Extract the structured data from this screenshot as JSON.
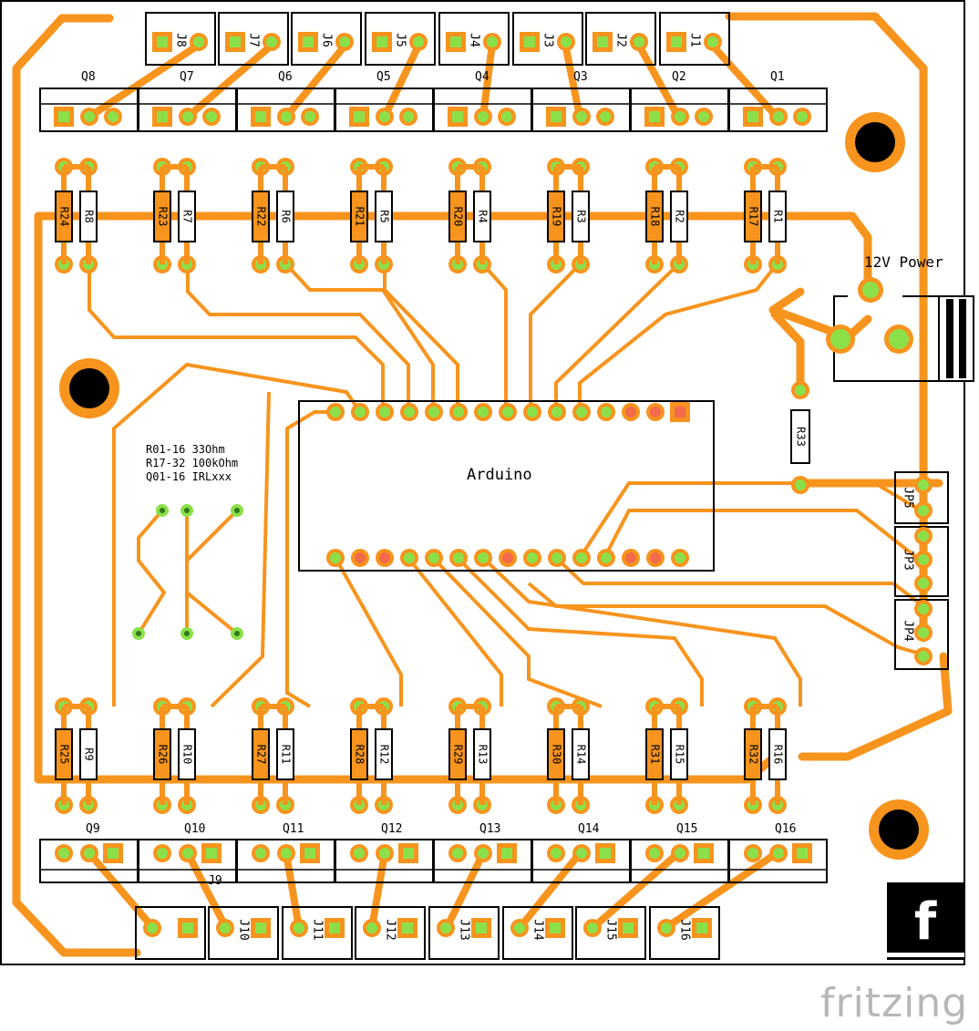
{
  "board": {
    "connectors_top": [
      "J8",
      "J7",
      "J6",
      "J5",
      "J4",
      "J3",
      "J2",
      "J1"
    ],
    "connectors_bottom": [
      "J10",
      "J11",
      "J12",
      "J13",
      "J14",
      "J15",
      "J16"
    ],
    "bottom_extra_label": "J9",
    "transistors_top": [
      "Q8",
      "Q7",
      "Q6",
      "Q5",
      "Q4",
      "Q3",
      "Q2",
      "Q1"
    ],
    "transistors_bottom": [
      "Q9",
      "Q10",
      "Q11",
      "Q12",
      "Q13",
      "Q14",
      "Q15",
      "Q16"
    ],
    "resistors_top_pairs": [
      [
        "R24",
        "R8"
      ],
      [
        "R23",
        "R7"
      ],
      [
        "R22",
        "R6"
      ],
      [
        "R21",
        "R5"
      ],
      [
        "R20",
        "R4"
      ],
      [
        "R19",
        "R3"
      ],
      [
        "R18",
        "R2"
      ],
      [
        "R17",
        "R1"
      ]
    ],
    "resistors_bottom_pairs": [
      [
        "R25",
        "R9"
      ],
      [
        "R26",
        "R10"
      ],
      [
        "R27",
        "R11"
      ],
      [
        "R28",
        "R12"
      ],
      [
        "R29",
        "R13"
      ],
      [
        "R30",
        "R14"
      ],
      [
        "R31",
        "R15"
      ],
      [
        "R32",
        "R16"
      ]
    ],
    "resistor_extra": "R33",
    "jumpers": [
      "JP5",
      "JP3",
      "JP4"
    ],
    "power_label": "12V Power",
    "arduino_label": "Arduino",
    "notes": [
      "R01-16 33Ohm",
      "R17-32 100kOhm",
      "Q01-16 IRLxxx"
    ]
  },
  "brand": {
    "logo_glyph": "f",
    "wordmark": "fritzing"
  },
  "colors": {
    "copper": "#f7941d",
    "pad_green": "#8be04a",
    "pad_red": "#f26a4b",
    "outline": "#000000"
  }
}
